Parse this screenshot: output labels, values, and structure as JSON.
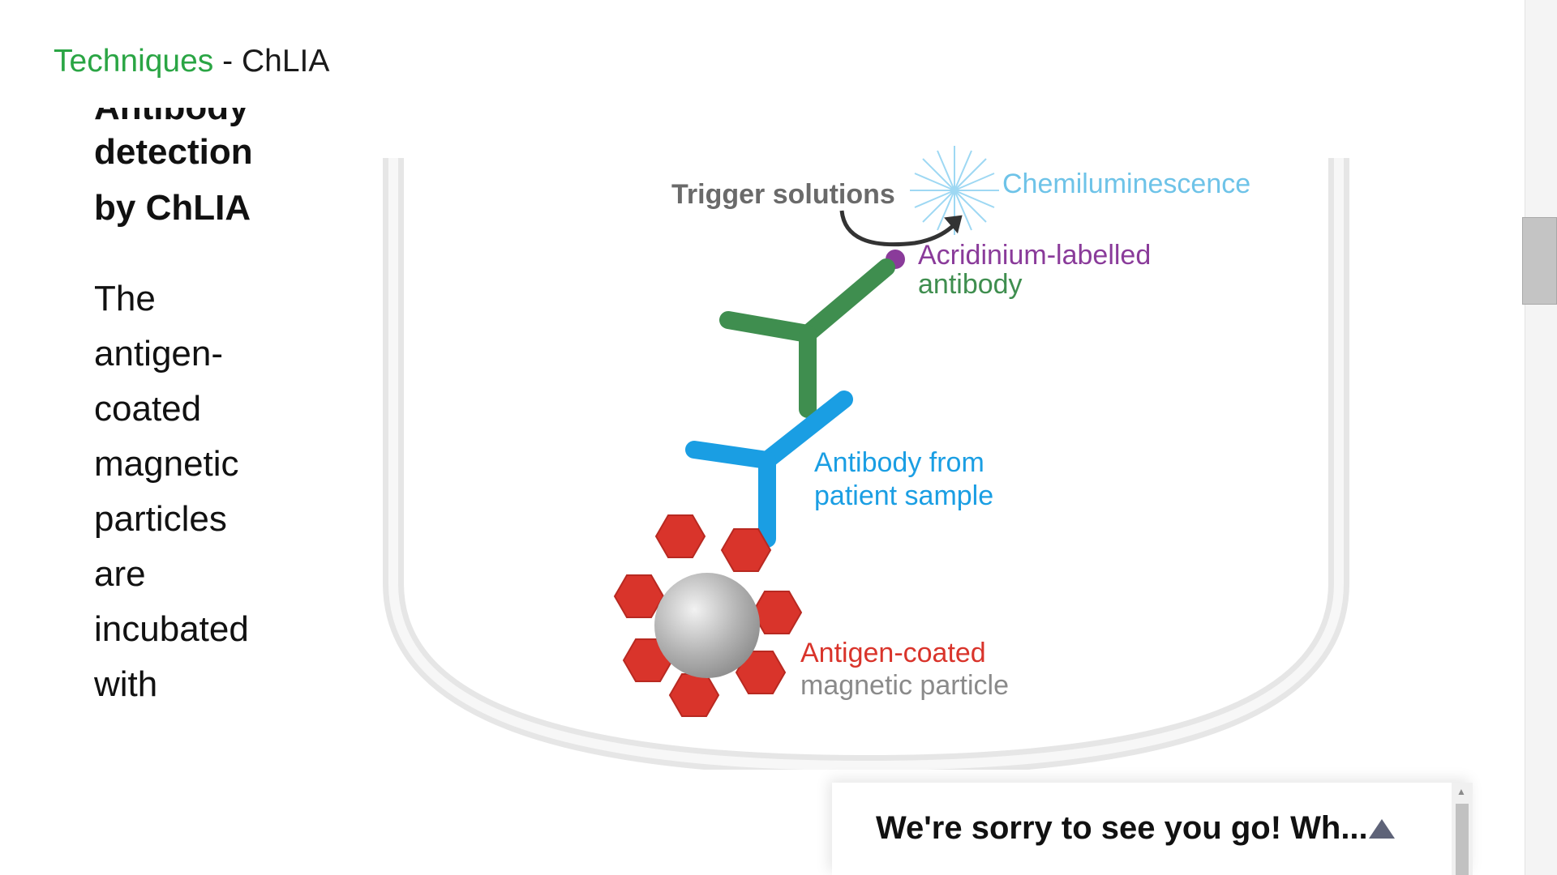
{
  "header": {
    "breadcrumb_link": "Techniques",
    "separator": " - ",
    "current": "ChLIA"
  },
  "heading": {
    "lines": [
      "Antibody",
      "detection",
      "by ChLIA"
    ]
  },
  "paragraph": {
    "lines": [
      "The",
      "antigen-",
      "coated",
      "magnetic",
      "particles",
      "are",
      "incubated",
      "with"
    ]
  },
  "diagram": {
    "labels": {
      "trigger": "Trigger solutions",
      "chemiluminescence": "Chemiluminescence",
      "acridinium": "Acridinium-labelled",
      "antibody": "antibody",
      "patient_line1": "Antibody from",
      "patient_line2": "patient sample",
      "antigen_coated": "Antigen-coated",
      "magnetic_particle": "magnetic particle"
    },
    "colors": {
      "chemiluminescence": "#6ec3e8",
      "acridinium": "#8a3b9a",
      "labelled_antibody": "#3f8e4f",
      "patient_antibody": "#1a9ee3",
      "antigen": "#d9342b",
      "particle": "#a0a0a0",
      "trigger": "#6a6a6a"
    }
  },
  "feedback": {
    "title": "We're sorry to see you go! Wh...",
    "toggle_icon": "chevron-up-icon"
  },
  "scroll": {
    "up_arrow": "▲"
  }
}
